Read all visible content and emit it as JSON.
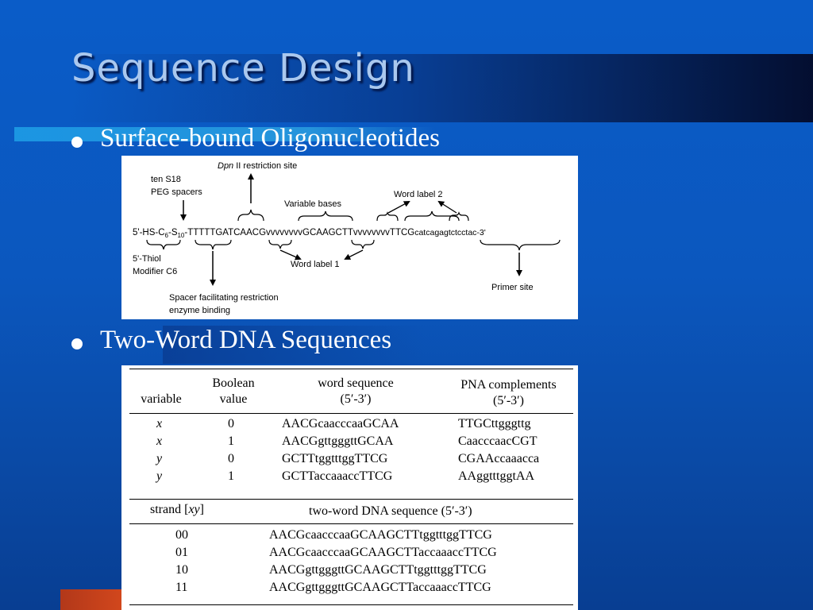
{
  "slide": {
    "title": "Sequence Design",
    "bullets": [
      "Surface-bound Oligonucleotides",
      "Two-Word DNA Sequences"
    ]
  },
  "figure": {
    "labels": {
      "dpn": "Dpn",
      "dpn_rest": " II restriction site",
      "spacers_l1": "ten S18",
      "spacers_l2": "PEG spacers",
      "variable_bases": "Variable bases",
      "word_label_2": "Word label 2",
      "word_label_1": "Word label 1",
      "thiol_l1": "5'-Thiol",
      "thiol_l2": "Modifier C6",
      "spacer_l1": "Spacer facilitating restriction",
      "spacer_l2": "enzyme binding",
      "primer": "Primer site"
    },
    "sequence": {
      "p1": "5'-HS-C",
      "sub6": "6",
      "p2": "-S",
      "sub10": "10",
      "p3": "-TTTTTGATCAACGvvvvvvvvGCAAGCTTvvvvvvvvTTCG",
      "p4": "catcagagtctcctac-3'"
    }
  },
  "table": {
    "headers": {
      "variable": "variable",
      "boolean_l1": "Boolean",
      "boolean_l2": "value",
      "word_l1": "word sequence",
      "word_l2": "(5′-3′)",
      "pna_l1": "PNA complements",
      "pna_l2": "(5′-3′)"
    },
    "rows": [
      {
        "variable": "x",
        "value": "0",
        "word": "AACGcaacccaaGCAA",
        "pna": "TTGCttgggttg"
      },
      {
        "variable": "x",
        "value": "1",
        "word": "AACGgttgggttGCAA",
        "pna": "CaacccaacCGT"
      },
      {
        "variable": "y",
        "value": "0",
        "word": "GCTTtggtttggTTCG",
        "pna": "CGAAccaaacca"
      },
      {
        "variable": "y",
        "value": "1",
        "word": "GCTTaccaaaccTTCG",
        "pna": "AAggtttggtAA"
      }
    ],
    "strand_header": {
      "label": "strand [",
      "xy": "xy",
      "close": "]",
      "seq": "two-word DNA sequence (5′-3′)"
    },
    "strands": [
      {
        "strand": "00",
        "seq": "AACGcaacccaaGCAAGCTTtggtttggTTCG"
      },
      {
        "strand": "01",
        "seq": "AACGcaacccaaGCAAGCTTaccaaaccTTCG"
      },
      {
        "strand": "10",
        "seq": "AACGgttgggttGCAAGCTTtggtttggTTCG"
      },
      {
        "strand": "11",
        "seq": "AACGgttgggttGCAAGCTTaccaaaccTTCG"
      }
    ]
  }
}
